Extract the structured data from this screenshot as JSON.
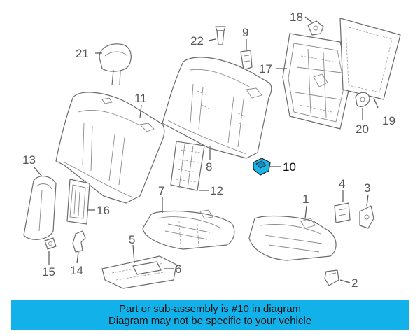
{
  "diagram": {
    "callouts": {
      "c1": "1",
      "c2": "2",
      "c3": "3",
      "c4": "4",
      "c5": "5",
      "c6": "6",
      "c7": "7",
      "c8": "8",
      "c9": "9",
      "c10": "10",
      "c11": "11",
      "c12": "12",
      "c13": "13",
      "c14": "14",
      "c15": "15",
      "c16": "16",
      "c17": "17",
      "c18": "18",
      "c19": "19",
      "c20": "20",
      "c21": "21",
      "c22": "22"
    },
    "highlighted_part": "10",
    "colors": {
      "highlight": "#1fb4e6",
      "banner": "#13b1ea",
      "line": "#6b6b6b"
    }
  },
  "banner": {
    "line1": "Part or sub-assembly is #10 in diagram",
    "line2": "Diagram may not be specific to your vehicle"
  }
}
